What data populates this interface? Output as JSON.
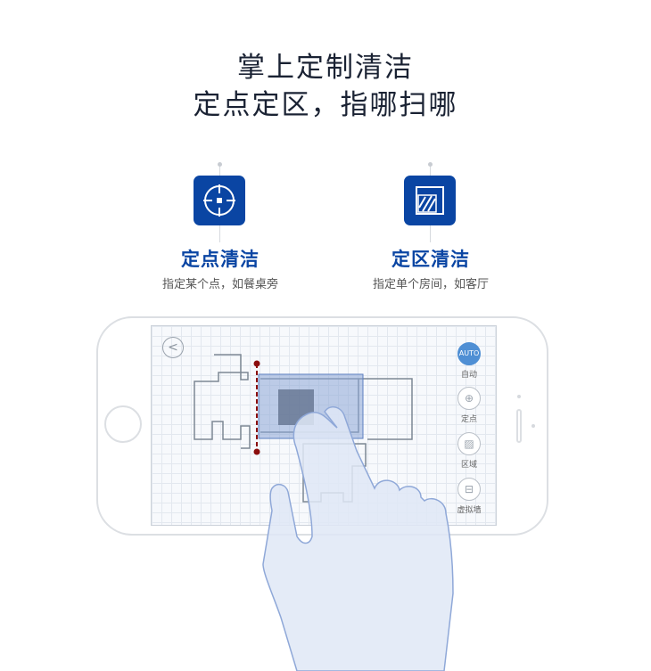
{
  "headline": {
    "line1": "掌上定制清洁",
    "line2": "定点定区，指哪扫哪"
  },
  "features": [
    {
      "name": "定点清洁",
      "desc": "指定某个点，如餐桌旁",
      "icon": "crosshair-icon"
    },
    {
      "name": "定区清洁",
      "desc": "指定单个房间，如客厅",
      "icon": "zone-icon"
    }
  ],
  "app": {
    "back_label": "<",
    "tools": [
      {
        "icon_text": "AUTO",
        "label": "自动",
        "active": true
      },
      {
        "icon_text": "⊕",
        "label": "定点"
      },
      {
        "icon_text": "▨",
        "label": "区域"
      },
      {
        "icon_text": "⊟",
        "label": "虚拟墙"
      }
    ]
  },
  "colors": {
    "brand": "#0a45a3",
    "accent": "#4f8fd4",
    "wall": "#8b0d0d"
  }
}
